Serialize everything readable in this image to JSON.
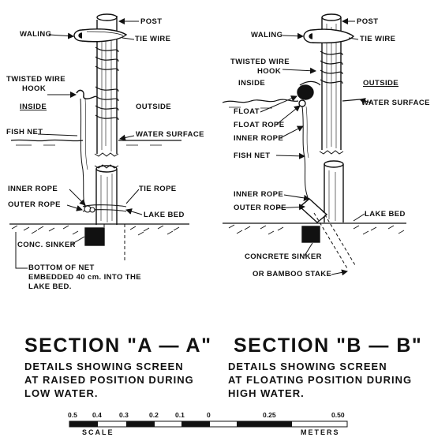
{
  "figure_a": {
    "labels": {
      "post": "POST",
      "waling": "WALING",
      "tie_wire": "TIE WIRE",
      "twisted_wire_hook_1": "TWISTED WIRE",
      "twisted_wire_hook_2": "HOOK",
      "inside": "INSIDE",
      "outside": "OUTSIDE",
      "fish_net": "FISH NET",
      "water_surface": "WATER SURFACE",
      "inner_rope": "INNER ROPE",
      "outer_rope": "OUTER ROPE",
      "tie_rope": "TIE ROPE",
      "lake_bed": "LAKE BED",
      "conc_sinker": "CONC. SINKER",
      "bottom_note_1": "BOTTOM OF NET",
      "bottom_note_2": "EMBEDDED 40 cm. INTO THE",
      "bottom_note_3": "LAKE BED."
    },
    "title": "SECTION  \"A — A\"",
    "description": "DETAILS SHOWING SCREEN\nAT RAISED POSITION DURING\nLOW WATER."
  },
  "figure_b": {
    "labels": {
      "post": "POST",
      "waling": "WALING",
      "tie_wire": "TIE WIRE",
      "twisted_wire_hook_1": "TWISTED WIRE",
      "twisted_wire_hook_2": "HOOK",
      "inside": "INSIDE",
      "outside": "OUTSIDE",
      "float": "FLOAT",
      "float_rope": "FLOAT ROPE",
      "inner_rope": "INNER ROPE",
      "fish_net": "FISH NET",
      "water_surface": "WATER SURFACE",
      "inner_rope_2": "INNER ROPE",
      "outer_rope": "OUTER ROPE",
      "lake_bed": "LAKE BED",
      "concrete_sinker": "CONCRETE SINKER",
      "bamboo_stake": "OR BAMBOO STAKE"
    },
    "title": "SECTION  \"B — B\"",
    "description": "DETAILS SHOWING SCREEN\nAT FLOATING POSITION DURING\nHIGH WATER."
  },
  "scale_bar": {
    "ticks": [
      "0.5",
      "0.4",
      "0.3",
      "0.2",
      "0.1",
      "0",
      "0.25",
      "0.50"
    ],
    "left_word": "SCALE",
    "right_word": "METERS"
  }
}
